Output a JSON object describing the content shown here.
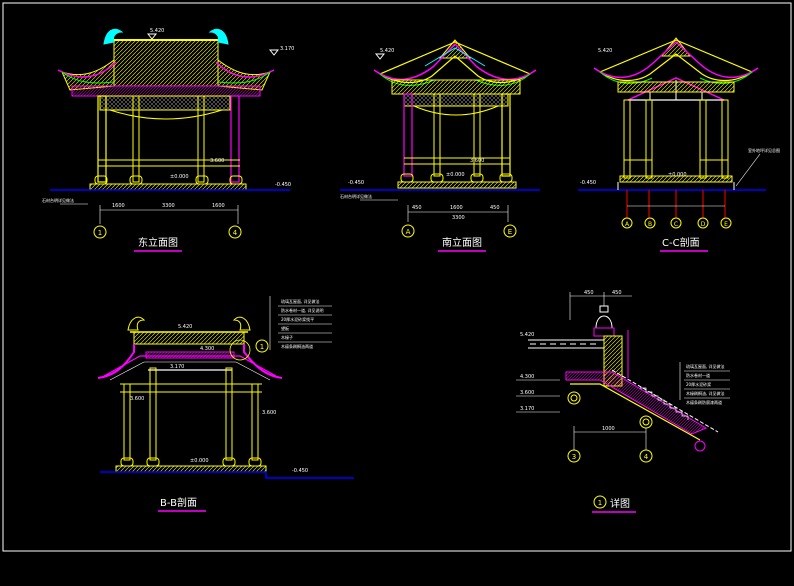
{
  "colors": {
    "background": "#000000",
    "structure": "#ffff00",
    "roof_accent": "#ff00ff",
    "ridge_tiles": "#00ffff",
    "detail": "#00ff00",
    "ground": "#0000ff",
    "axis": "#ff0000",
    "annotation": "#ffffff"
  },
  "titles": {
    "east_elevation": "东立面图",
    "south_elevation": "南立面图",
    "section_cc": "C-C剖面",
    "section_bb": "B-B剖面",
    "detail_1_number": "1",
    "detail_1_name": "详图"
  },
  "axes": {
    "east": [
      "1",
      "4"
    ],
    "south": [
      "A",
      "E"
    ],
    "section_cc": [
      "A",
      "B",
      "C",
      "D",
      "E"
    ],
    "detail_1": [
      "3",
      "4"
    ]
  },
  "elevations": {
    "ridge": "5.420",
    "eave": "3.170",
    "floor": "±0.000",
    "ground": "-0.450",
    "beam": "3.600",
    "roof": "4.300"
  },
  "dims": {
    "east_total": "3300",
    "south_total": "3300",
    "side": "450",
    "bay": "1600",
    "detail_a": "450",
    "detail_b": "1000"
  },
  "notes": {
    "bb_lines": [
      "琉璃瓦屋面, 详见做法",
      "防水卷材一道, 详见说明",
      "20厚水泥砂浆找平",
      "望板",
      "木椽子",
      "木檩条刷桐油两道"
    ],
    "detail_lines": [
      "琉璃瓦屋面, 详见做法",
      "防水卷材一道",
      "20厚水泥砂浆",
      "木椽刷桐油, 详见做法",
      "木檩条刷防腐漆两道"
    ],
    "callout": "石材台明详见做法",
    "side_note": "室外地坪详见总图"
  }
}
